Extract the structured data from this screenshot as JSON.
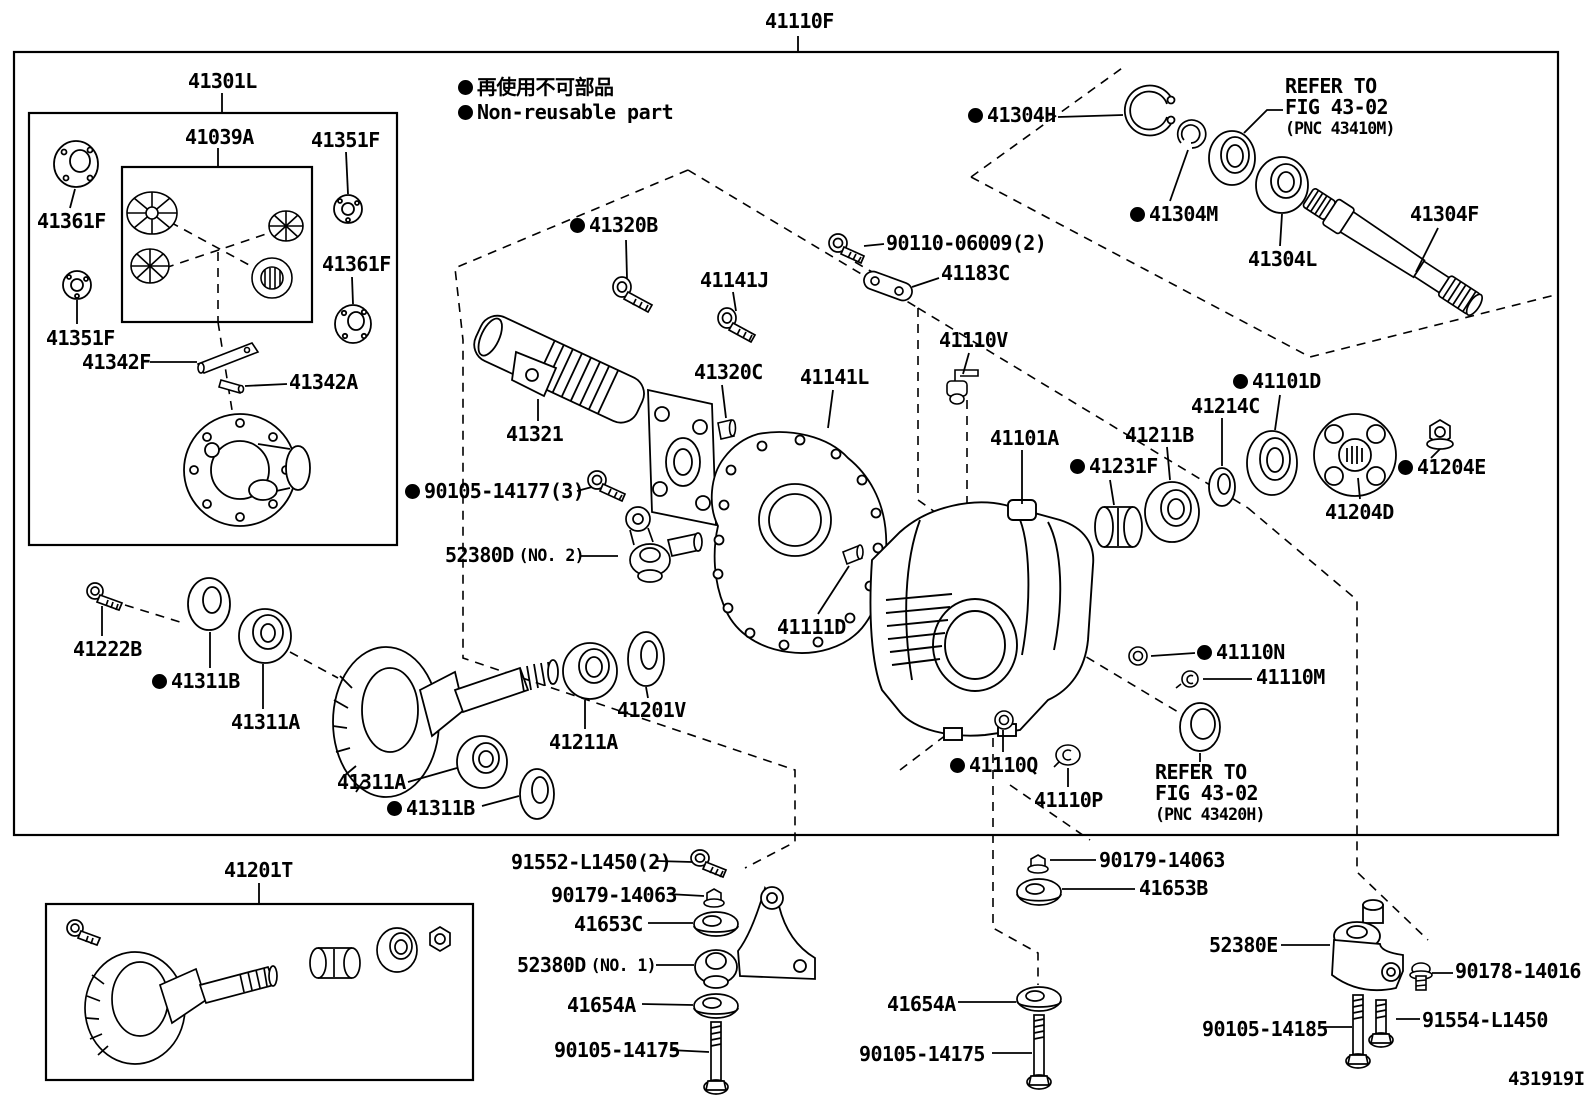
{
  "diagram": {
    "code": "41110F",
    "doc_id": "431919I",
    "legend": {
      "jp": "再使用不可部品",
      "en": "Non-reusable part"
    },
    "notes": {
      "n1": {
        "l1": "REFER TO",
        "l2": "FIG 43-02",
        "l3": "(PNC 43410M)"
      },
      "n2": {
        "l1": "REFER TO",
        "l2": "FIG 43-02",
        "l3": "(PNC 43420H)"
      }
    }
  },
  "labels": [
    {
      "text": "41110F",
      "bullet": false
    },
    {
      "text": "41301L",
      "bullet": false
    },
    {
      "text": "41039A",
      "bullet": false
    },
    {
      "text": "41351F",
      "bullet": false
    },
    {
      "text": "41361F",
      "bullet": false
    },
    {
      "text": "41361F",
      "bullet": false
    },
    {
      "text": "41351F",
      "bullet": false
    },
    {
      "text": "41342F",
      "bullet": false
    },
    {
      "text": "41342A",
      "bullet": false
    },
    {
      "text": "41320B",
      "bullet": true
    },
    {
      "text": "41141J",
      "bullet": false
    },
    {
      "text": "90110-06009(2)",
      "bullet": false
    },
    {
      "text": "41183C",
      "bullet": false
    },
    {
      "text": "41304H",
      "bullet": true
    },
    {
      "text": "41304M",
      "bullet": true
    },
    {
      "text": "41304L",
      "bullet": false
    },
    {
      "text": "41304F",
      "bullet": false
    },
    {
      "text": "41110V",
      "bullet": false
    },
    {
      "text": "41320C",
      "bullet": false
    },
    {
      "text": "41141L",
      "bullet": false
    },
    {
      "text": "41101D",
      "bullet": true
    },
    {
      "text": "41214C",
      "bullet": false
    },
    {
      "text": "41211B",
      "bullet": false
    },
    {
      "text": "41101A",
      "bullet": false
    },
    {
      "text": "41231F",
      "bullet": true
    },
    {
      "text": "41321",
      "bullet": false
    },
    {
      "text": "90105-14177(3)",
      "bullet": true
    },
    {
      "text": "52380D",
      "suffix": "(NO. 2)",
      "bullet": false
    },
    {
      "text": "41111D",
      "bullet": false
    },
    {
      "text": "41110N",
      "bullet": true
    },
    {
      "text": "41110M",
      "bullet": false
    },
    {
      "text": "41110Q",
      "bullet": true
    },
    {
      "text": "41110P",
      "bullet": false
    },
    {
      "text": "41222B",
      "bullet": false
    },
    {
      "text": "41311B",
      "bullet": true
    },
    {
      "text": "41311A",
      "bullet": false
    },
    {
      "text": "41201V",
      "bullet": false
    },
    {
      "text": "41211A",
      "bullet": false
    },
    {
      "text": "41311A",
      "bullet": false
    },
    {
      "text": "41311B",
      "bullet": true
    },
    {
      "text": "41204D",
      "bullet": false
    },
    {
      "text": "41204E",
      "bullet": true
    },
    {
      "text": "41201T",
      "bullet": false
    },
    {
      "text": "91552-L1450(2)",
      "bullet": false
    },
    {
      "text": "90179-14063",
      "bullet": false
    },
    {
      "text": "41653C",
      "bullet": false
    },
    {
      "text": "52380D",
      "suffix": "(NO. 1)",
      "bullet": false
    },
    {
      "text": "41654A",
      "bullet": false
    },
    {
      "text": "90105-14175",
      "bullet": false
    },
    {
      "text": "90179-14063",
      "bullet": false
    },
    {
      "text": "41653B",
      "bullet": false
    },
    {
      "text": "41654A",
      "bullet": false
    },
    {
      "text": "90105-14175",
      "bullet": false
    },
    {
      "text": "52380E",
      "bullet": false
    },
    {
      "text": "90178-14016",
      "bullet": false
    },
    {
      "text": "90105-14185",
      "bullet": false
    },
    {
      "text": "91554-L1450",
      "bullet": false
    }
  ]
}
